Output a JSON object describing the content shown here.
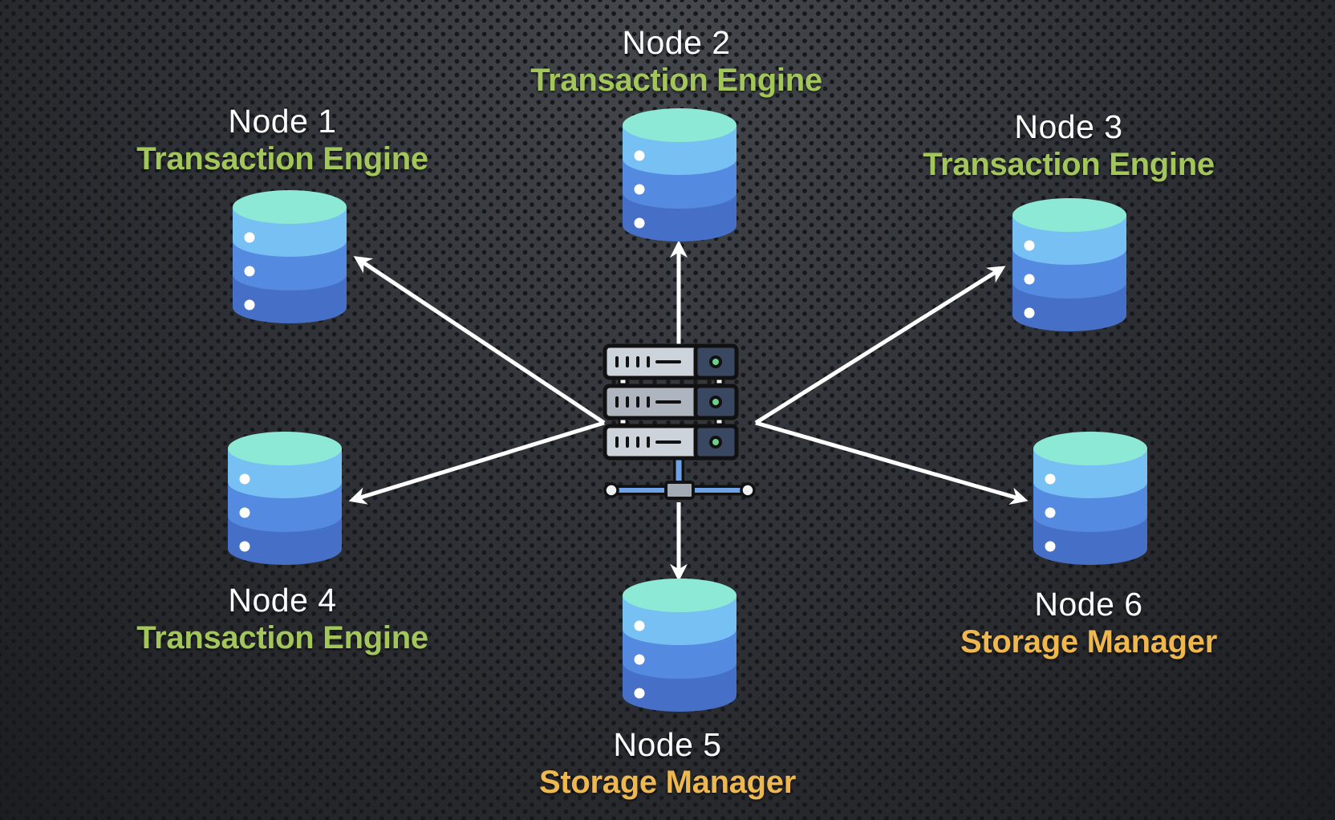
{
  "diagram": {
    "title": "",
    "colors": {
      "transaction_engine": "#a3c65a",
      "storage_manager": "#efb84f",
      "node_name": "#ffffff",
      "arrow": "#ffffff",
      "db_top": "#8ce9d5",
      "db_band1": "#77c0f4",
      "db_band2": "#548ae0",
      "db_band3": "#4670c8"
    },
    "hub": {
      "label": "",
      "icon": "server-rack-icon",
      "role": "central server / network hub"
    },
    "nodes": [
      {
        "id": "node-1",
        "name": "Node 1",
        "role": "Transaction Engine",
        "role_type": "transaction_engine",
        "icon": "database-icon"
      },
      {
        "id": "node-2",
        "name": "Node 2",
        "role": "Transaction Engine",
        "role_type": "transaction_engine",
        "icon": "database-icon"
      },
      {
        "id": "node-3",
        "name": "Node 3",
        "role": "Transaction Engine",
        "role_type": "transaction_engine",
        "icon": "database-icon"
      },
      {
        "id": "node-4",
        "name": "Node 4",
        "role": "Transaction Engine",
        "role_type": "transaction_engine",
        "icon": "database-icon"
      },
      {
        "id": "node-5",
        "name": "Node 5",
        "role": "Storage Manager",
        "role_type": "storage_manager",
        "icon": "database-icon"
      },
      {
        "id": "node-6",
        "name": "Node 6",
        "role": "Storage Manager",
        "role_type": "storage_manager",
        "icon": "database-icon"
      }
    ],
    "edges": [
      {
        "from": "hub",
        "to": "node-1",
        "directed": true
      },
      {
        "from": "hub",
        "to": "node-2",
        "directed": true
      },
      {
        "from": "hub",
        "to": "node-3",
        "directed": true
      },
      {
        "from": "hub",
        "to": "node-4",
        "directed": true
      },
      {
        "from": "hub",
        "to": "node-5",
        "directed": true
      },
      {
        "from": "hub",
        "to": "node-6",
        "directed": true
      }
    ]
  }
}
